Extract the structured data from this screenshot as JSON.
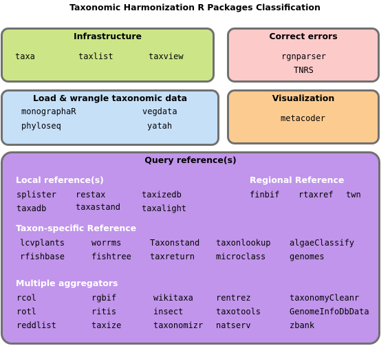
{
  "title": "Taxonomic Harmonization R Packages Classification",
  "colors": {
    "infrastructure": "#cce687",
    "correct_errors": "#fdcaca",
    "load_wrangle": "#c6e0f8",
    "visualization": "#fccb90",
    "query_reference": "#c195eb",
    "border": "#707070",
    "section_heading": "#ffffff"
  },
  "infrastructure": {
    "title": "Infrastructure",
    "packages": [
      "taxa",
      "taxlist",
      "taxview"
    ]
  },
  "correct_errors": {
    "title": "Correct errors",
    "packages": [
      "rgnparser",
      "TNRS"
    ]
  },
  "load_wrangle": {
    "title": "Load & wrangle taxonomic data",
    "packages": [
      "monographaR",
      "vegdata",
      "phyloseq",
      "yatah"
    ]
  },
  "visualization": {
    "title": "Visualization",
    "packages": [
      "metacoder"
    ]
  },
  "query_reference": {
    "title": "Query reference(s)",
    "local": {
      "title": "Local reference(s)",
      "packages": [
        "splister",
        "restax",
        "taxizedb",
        "taxadb",
        "taxastand",
        "taxalight"
      ]
    },
    "regional": {
      "title": "Regional Reference",
      "packages": [
        "finbif",
        "rtaxref",
        "twn"
      ]
    },
    "taxon_specific": {
      "title": "Taxon-specific Reference",
      "packages": [
        "lcvplants",
        "worrms",
        "Taxonstand",
        "taxonlookup",
        "algaeClassify",
        "rfishbase",
        "fishtree",
        "taxreturn",
        "microclass",
        "genomes"
      ]
    },
    "multiple": {
      "title": "Multiple aggregators",
      "packages": [
        "rcol",
        "rgbif",
        "wikitaxa",
        "rentrez",
        "taxonomyCleanr",
        "rotl",
        "ritis",
        "insect",
        "taxotools",
        "GenomeInfoDbData",
        "reddlist",
        "taxize",
        "taxonomizr",
        "natserv",
        "zbank"
      ]
    }
  }
}
